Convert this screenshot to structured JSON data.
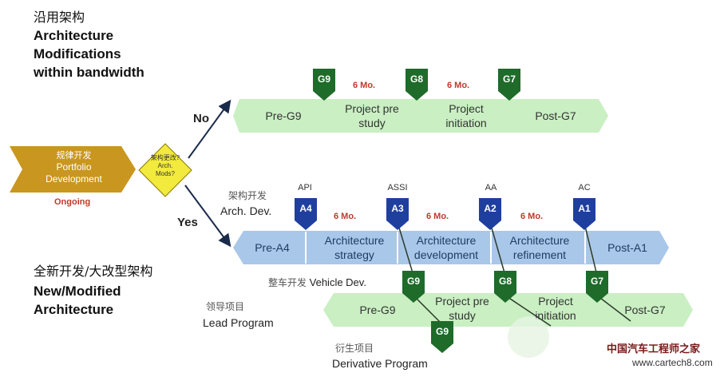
{
  "header_top": {
    "cn": "沿用架构",
    "en1": "Architecture",
    "en2": "Modifications",
    "en3": "within bandwidth"
  },
  "header_bottom": {
    "cn": "全新开发/大改型架构",
    "en1": "New/Modified",
    "en2": "Architecture"
  },
  "portfolio": {
    "cn": "规律开发",
    "en1": "Portfolio",
    "en2": "Development",
    "status": "Ongoing"
  },
  "decision": {
    "cn": "架构更改?",
    "l1": "Arch.",
    "l2": "Mods?"
  },
  "branch_no": "No",
  "branch_yes": "Yes",
  "arch_dev": {
    "cn": "架构开发",
    "en": "Arch. Dev."
  },
  "vehicle_dev": {
    "cn": "整车开发",
    "en": "Vehicle Dev."
  },
  "lead_program": {
    "cn": "领导项目",
    "en": "Lead Program"
  },
  "derivative_program": {
    "cn": "衍生项目",
    "en": "Derivative Program"
  },
  "top_lane": {
    "segments": [
      "Pre-G9",
      "Project pre study",
      "Project initiation",
      "Post-G7"
    ],
    "gates": [
      "G9",
      "G8",
      "G7"
    ],
    "durations": [
      "6 Mo.",
      "6 Mo."
    ]
  },
  "arch_lane": {
    "segments": [
      "Pre-A4",
      "Architecture strategy",
      "Architecture development",
      "Architecture refinement",
      "Post-A1"
    ],
    "gates": [
      "A4",
      "A3",
      "A2",
      "A1"
    ],
    "gate_labels": [
      "API",
      "ASSI",
      "AA",
      "AC"
    ],
    "durations": [
      "6 Mo.",
      "6 Mo.",
      "6 Mo."
    ]
  },
  "lead_lane": {
    "segments": [
      "Pre-G9",
      "Project pre study",
      "Project initiation",
      "Post-G7"
    ],
    "gates": [
      "G9",
      "G8",
      "G7"
    ]
  },
  "derivative_gate": "G9",
  "watermark": {
    "site": "中国汽车工程师之家",
    "url": "www.cartech8.com"
  },
  "colors": {
    "green_lane": "#c9efc2",
    "blue_lane": "#a9c7e8",
    "portfolio": "#c9961f",
    "decision": "#f2ea3c",
    "gate_green": "#1e6b2a",
    "gate_blue": "#1f3f9e",
    "duration": "#c0392b"
  }
}
